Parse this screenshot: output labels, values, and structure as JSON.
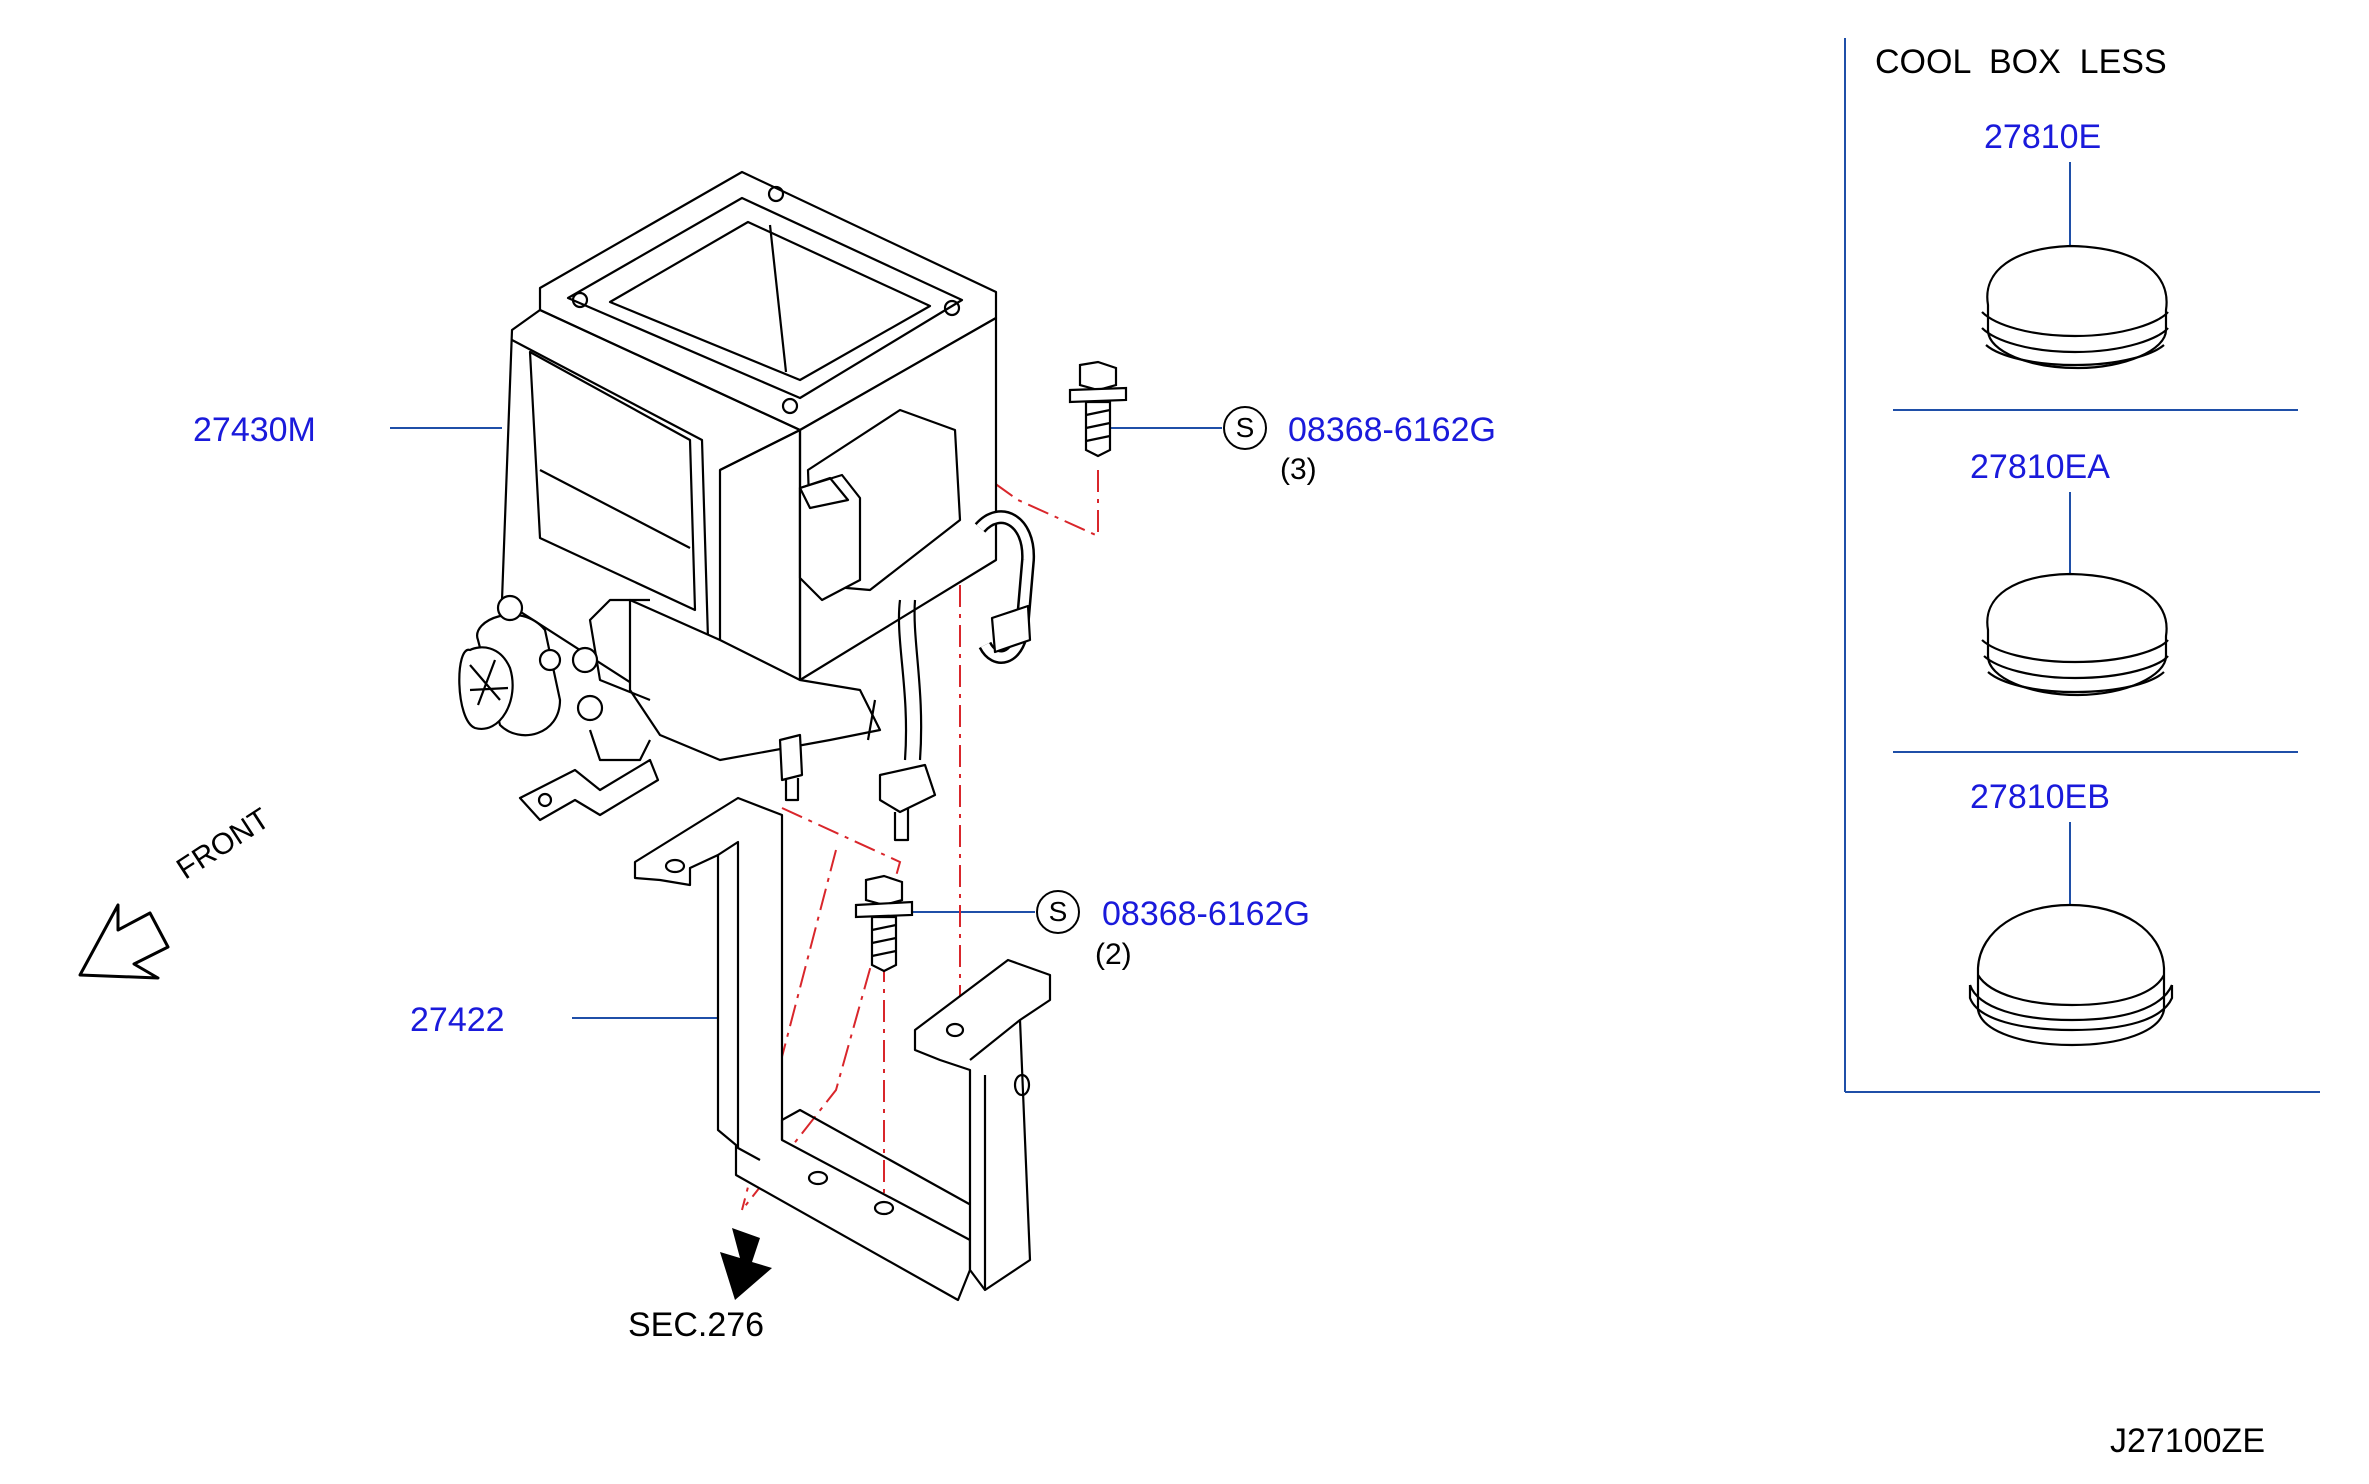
{
  "labels": {
    "heater_unit": "27430M",
    "bracket": "27422",
    "bolt_upper": "08368-6162G",
    "bolt_upper_qty": "(3)",
    "bolt_lower": "08368-6162G",
    "bolt_lower_qty": "(2)",
    "standard_mark": "S",
    "front": "FRONT",
    "section_ref": "SEC.276",
    "diagram_code": "J27100ZE"
  },
  "cool_box_panel": {
    "title": "COOL  BOX  LESS",
    "items": [
      {
        "part": "27810E"
      },
      {
        "part": "27810EA"
      },
      {
        "part": "27810EB"
      }
    ]
  },
  "colors": {
    "part_number": "#1a1adb",
    "leader": "#1f4fa8",
    "dashed_line": "#d9262b",
    "outline": "#000000"
  }
}
